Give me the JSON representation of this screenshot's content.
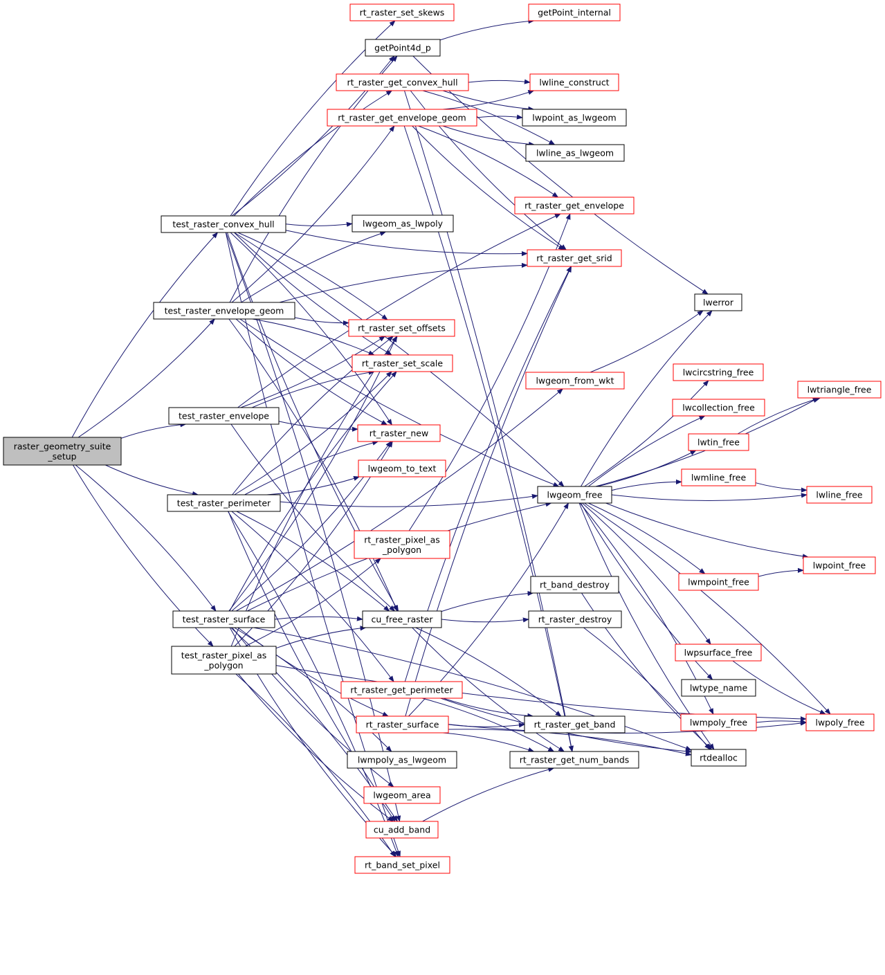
{
  "colors": {
    "edge": "#191970",
    "border_plain": "#000000",
    "border_link": "#ff0000",
    "fill_root": "#bfbfbf",
    "fill_node": "#ffffff"
  },
  "nodes": [
    {
      "id": "root",
      "label": [
        "raster_geometry_suite",
        "_setup"
      ],
      "style": "root"
    },
    {
      "id": "t_hull",
      "label": [
        "test_raster_convex_hull"
      ],
      "style": "plain"
    },
    {
      "id": "t_envgeom",
      "label": [
        "test_raster_envelope_geom"
      ],
      "style": "plain"
    },
    {
      "id": "t_env",
      "label": [
        "test_raster_envelope"
      ],
      "style": "plain"
    },
    {
      "id": "t_perim",
      "label": [
        "test_raster_perimeter"
      ],
      "style": "plain"
    },
    {
      "id": "t_surf",
      "label": [
        "test_raster_surface"
      ],
      "style": "plain"
    },
    {
      "id": "t_pix",
      "label": [
        "test_raster_pixel_as",
        "_polygon"
      ],
      "style": "plain"
    },
    {
      "id": "skews",
      "label": [
        "rt_raster_set_skews"
      ],
      "style": "link"
    },
    {
      "id": "gp4d",
      "label": [
        "getPoint4d_p"
      ],
      "style": "plain"
    },
    {
      "id": "hull",
      "label": [
        "rt_raster_get_convex_hull"
      ],
      "style": "link"
    },
    {
      "id": "envgeom",
      "label": [
        "rt_raster_get_envelope_geom"
      ],
      "style": "link"
    },
    {
      "id": "aspoly",
      "label": [
        "lwgeom_as_lwpoly"
      ],
      "style": "plain"
    },
    {
      "id": "offsets",
      "label": [
        "rt_raster_set_offsets"
      ],
      "style": "link"
    },
    {
      "id": "scale",
      "label": [
        "rt_raster_set_scale"
      ],
      "style": "link"
    },
    {
      "id": "rnew",
      "label": [
        "rt_raster_new"
      ],
      "style": "link"
    },
    {
      "id": "totext",
      "label": [
        "lwgeom_to_text"
      ],
      "style": "link"
    },
    {
      "id": "pixpoly",
      "label": [
        "rt_raster_pixel_as",
        "_polygon"
      ],
      "style": "link"
    },
    {
      "id": "cufree",
      "label": [
        "cu_free_raster"
      ],
      "style": "plain"
    },
    {
      "id": "perim",
      "label": [
        "rt_raster_get_perimeter"
      ],
      "style": "link"
    },
    {
      "id": "surf",
      "label": [
        "rt_raster_surface"
      ],
      "style": "link"
    },
    {
      "id": "mpolyaslw",
      "label": [
        "lwmpoly_as_lwgeom"
      ],
      "style": "plain"
    },
    {
      "id": "area",
      "label": [
        "lwgeom_area"
      ],
      "style": "link"
    },
    {
      "id": "addband",
      "label": [
        "cu_add_band"
      ],
      "style": "link"
    },
    {
      "id": "setpix",
      "label": [
        "rt_band_set_pixel"
      ],
      "style": "link"
    },
    {
      "id": "gpint",
      "label": [
        "getPoint_internal"
      ],
      "style": "link"
    },
    {
      "id": "linecon",
      "label": [
        "lwline_construct"
      ],
      "style": "link"
    },
    {
      "id": "ptaslw",
      "label": [
        "lwpoint_as_lwgeom"
      ],
      "style": "plain"
    },
    {
      "id": "lnaslw",
      "label": [
        "lwline_as_lwgeom"
      ],
      "style": "plain"
    },
    {
      "id": "getenv",
      "label": [
        "rt_raster_get_envelope"
      ],
      "style": "link"
    },
    {
      "id": "srid",
      "label": [
        "rt_raster_get_srid"
      ],
      "style": "link"
    },
    {
      "id": "fromwkt",
      "label": [
        "lwgeom_from_wkt"
      ],
      "style": "link"
    },
    {
      "id": "gfree",
      "label": [
        "lwgeom_free"
      ],
      "style": "plain"
    },
    {
      "id": "bdestroy",
      "label": [
        "rt_band_destroy"
      ],
      "style": "plain"
    },
    {
      "id": "rdestroy",
      "label": [
        "rt_raster_destroy"
      ],
      "style": "plain"
    },
    {
      "id": "getband",
      "label": [
        "rt_raster_get_band"
      ],
      "style": "plain"
    },
    {
      "id": "numbands",
      "label": [
        "rt_raster_get_num_bands"
      ],
      "style": "plain"
    },
    {
      "id": "lwerror",
      "label": [
        "lwerror"
      ],
      "style": "plain"
    },
    {
      "id": "circfree",
      "label": [
        "lwcircstring_free"
      ],
      "style": "link"
    },
    {
      "id": "collfree",
      "label": [
        "lwcollection_free"
      ],
      "style": "link"
    },
    {
      "id": "tinfree",
      "label": [
        "lwtin_free"
      ],
      "style": "link"
    },
    {
      "id": "mlinefree",
      "label": [
        "lwmline_free"
      ],
      "style": "link"
    },
    {
      "id": "mpointfree",
      "label": [
        "lwmpoint_free"
      ],
      "style": "link"
    },
    {
      "id": "psurffree",
      "label": [
        "lwpsurface_free"
      ],
      "style": "link"
    },
    {
      "id": "typename",
      "label": [
        "lwtype_name"
      ],
      "style": "plain"
    },
    {
      "id": "mpolyfree",
      "label": [
        "lwmpoly_free"
      ],
      "style": "link"
    },
    {
      "id": "rtdealloc",
      "label": [
        "rtdealloc"
      ],
      "style": "plain"
    },
    {
      "id": "trifree",
      "label": [
        "lwtriangle_free"
      ],
      "style": "link"
    },
    {
      "id": "linefree",
      "label": [
        "lwline_free"
      ],
      "style": "link"
    },
    {
      "id": "pointfree",
      "label": [
        "lwpoint_free"
      ],
      "style": "link"
    },
    {
      "id": "polyfree",
      "label": [
        "lwpoly_free"
      ],
      "style": "link"
    }
  ],
  "edges": [
    [
      "root",
      "t_hull"
    ],
    [
      "root",
      "t_envgeom"
    ],
    [
      "root",
      "t_env"
    ],
    [
      "root",
      "t_perim"
    ],
    [
      "root",
      "t_surf"
    ],
    [
      "root",
      "t_pix"
    ],
    [
      "t_hull",
      "skews"
    ],
    [
      "t_hull",
      "gp4d"
    ],
    [
      "t_hull",
      "hull"
    ],
    [
      "t_hull",
      "aspoly"
    ],
    [
      "t_hull",
      "offsets"
    ],
    [
      "t_hull",
      "scale"
    ],
    [
      "t_hull",
      "rnew"
    ],
    [
      "t_hull",
      "cufree"
    ],
    [
      "t_hull",
      "gfree"
    ],
    [
      "t_hull",
      "srid"
    ],
    [
      "t_hull",
      "addband"
    ],
    [
      "t_hull",
      "setpix"
    ],
    [
      "t_envgeom",
      "gp4d"
    ],
    [
      "t_envgeom",
      "envgeom"
    ],
    [
      "t_envgeom",
      "aspoly"
    ],
    [
      "t_envgeom",
      "offsets"
    ],
    [
      "t_envgeom",
      "scale"
    ],
    [
      "t_envgeom",
      "rnew"
    ],
    [
      "t_envgeom",
      "cufree"
    ],
    [
      "t_envgeom",
      "gfree"
    ],
    [
      "t_envgeom",
      "srid"
    ],
    [
      "t_env",
      "offsets"
    ],
    [
      "t_env",
      "scale"
    ],
    [
      "t_env",
      "rnew"
    ],
    [
      "t_env",
      "getenv"
    ],
    [
      "t_env",
      "cufree"
    ],
    [
      "t_perim",
      "offsets"
    ],
    [
      "t_perim",
      "scale"
    ],
    [
      "t_perim",
      "rnew"
    ],
    [
      "t_perim",
      "totext"
    ],
    [
      "t_perim",
      "perim"
    ],
    [
      "t_perim",
      "gfree"
    ],
    [
      "t_perim",
      "cufree"
    ],
    [
      "t_perim",
      "addband"
    ],
    [
      "t_perim",
      "setpix"
    ],
    [
      "t_surf",
      "offsets"
    ],
    [
      "t_surf",
      "scale"
    ],
    [
      "t_surf",
      "rnew"
    ],
    [
      "t_surf",
      "cufree"
    ],
    [
      "t_surf",
      "surf"
    ],
    [
      "t_surf",
      "mpolyaslw"
    ],
    [
      "t_surf",
      "area"
    ],
    [
      "t_surf",
      "gfree"
    ],
    [
      "t_surf",
      "fromwkt"
    ],
    [
      "t_surf",
      "addband"
    ],
    [
      "t_surf",
      "setpix"
    ],
    [
      "t_surf",
      "rtdealloc"
    ],
    [
      "t_pix",
      "rnew"
    ],
    [
      "t_pix",
      "offsets"
    ],
    [
      "t_pix",
      "pixpoly"
    ],
    [
      "t_pix",
      "cufree"
    ],
    [
      "t_pix",
      "addband"
    ],
    [
      "t_pix",
      "setpix"
    ],
    [
      "t_pix",
      "polyfree"
    ],
    [
      "gp4d",
      "gpint"
    ],
    [
      "gp4d",
      "lwerror"
    ],
    [
      "hull",
      "linecon"
    ],
    [
      "hull",
      "ptaslw"
    ],
    [
      "hull",
      "lnaslw"
    ],
    [
      "hull",
      "srid"
    ],
    [
      "hull",
      "numbands"
    ],
    [
      "envgeom",
      "linecon"
    ],
    [
      "envgeom",
      "ptaslw"
    ],
    [
      "envgeom",
      "lnaslw"
    ],
    [
      "envgeom",
      "getenv"
    ],
    [
      "envgeom",
      "srid"
    ],
    [
      "envgeom",
      "numbands"
    ],
    [
      "pixpoly",
      "getenv"
    ],
    [
      "cufree",
      "bdestroy"
    ],
    [
      "cufree",
      "rdestroy"
    ],
    [
      "cufree",
      "getband"
    ],
    [
      "cufree",
      "numbands"
    ],
    [
      "perim",
      "srid"
    ],
    [
      "perim",
      "getband"
    ],
    [
      "perim",
      "numbands"
    ],
    [
      "perim",
      "rtdealloc"
    ],
    [
      "surf",
      "srid"
    ],
    [
      "surf",
      "getband"
    ],
    [
      "surf",
      "numbands"
    ],
    [
      "surf",
      "gfree"
    ],
    [
      "surf",
      "rtdealloc"
    ],
    [
      "surf",
      "polyfree"
    ],
    [
      "addband",
      "numbands"
    ],
    [
      "fromwkt",
      "lwerror"
    ],
    [
      "gfree",
      "lwerror"
    ],
    [
      "gfree",
      "circfree"
    ],
    [
      "gfree",
      "collfree"
    ],
    [
      "gfree",
      "tinfree"
    ],
    [
      "gfree",
      "mlinefree"
    ],
    [
      "gfree",
      "linefree"
    ],
    [
      "gfree",
      "mpointfree"
    ],
    [
      "gfree",
      "pointfree"
    ],
    [
      "gfree",
      "psurffree"
    ],
    [
      "gfree",
      "typename"
    ],
    [
      "gfree",
      "mpolyfree"
    ],
    [
      "gfree",
      "rtdealloc"
    ],
    [
      "gfree",
      "polyfree"
    ],
    [
      "gfree",
      "trifree"
    ],
    [
      "tinfree",
      "trifree"
    ],
    [
      "mlinefree",
      "linefree"
    ],
    [
      "mpointfree",
      "pointfree"
    ],
    [
      "psurffree",
      "polyfree"
    ],
    [
      "mpolyfree",
      "polyfree"
    ],
    [
      "bdestroy",
      "rtdealloc"
    ],
    [
      "rdestroy",
      "rtdealloc"
    ]
  ]
}
